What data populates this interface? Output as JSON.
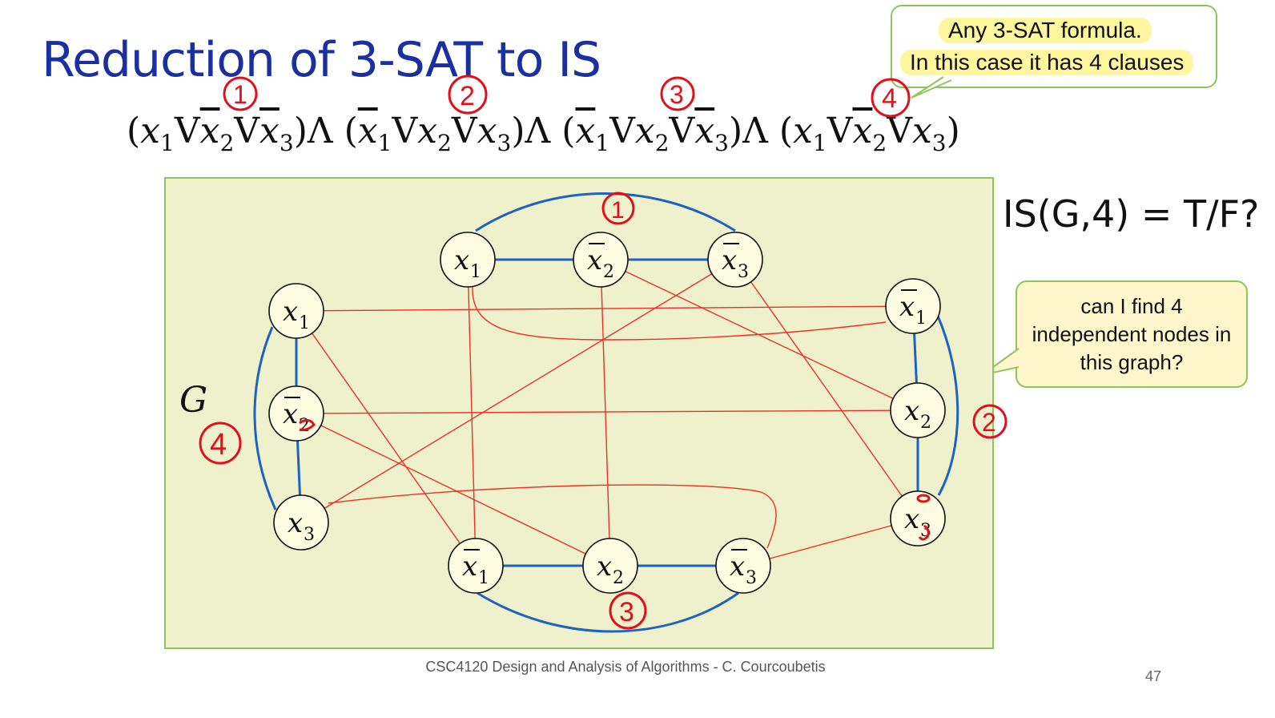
{
  "title": "Reduction of 3-SAT to IS",
  "formula": [
    {
      "lits": [
        {
          "v": "x",
          "s": "1",
          "neg": false
        },
        {
          "v": "x",
          "s": "2",
          "neg": true
        },
        {
          "v": "x",
          "s": "3",
          "neg": true
        }
      ]
    },
    {
      "lits": [
        {
          "v": "x",
          "s": "1",
          "neg": true
        },
        {
          "v": "x",
          "s": "2",
          "neg": false
        },
        {
          "v": "x",
          "s": "3",
          "neg": false
        }
      ]
    },
    {
      "lits": [
        {
          "v": "x",
          "s": "1",
          "neg": true
        },
        {
          "v": "x",
          "s": "2",
          "neg": false
        },
        {
          "v": "x",
          "s": "3",
          "neg": true
        }
      ]
    },
    {
      "lits": [
        {
          "v": "x",
          "s": "1",
          "neg": false
        },
        {
          "v": "x",
          "s": "2",
          "neg": true
        },
        {
          "v": "x",
          "s": "3",
          "neg": false
        }
      ]
    }
  ],
  "or_symbol": "V",
  "and_symbol": "Λ",
  "callout_top": {
    "line1": "Any 3-SAT formula.",
    "line2": "In this case it has 4 clauses"
  },
  "is_question": "IS(G,4) = T/F?",
  "callout_side": "can I find 4 independent nodes in this graph?",
  "graph_label": "G",
  "clause_marks": [
    "1",
    "2",
    "3",
    "4"
  ],
  "graph": {
    "nodes": [
      {
        "id": "t1",
        "v": "x",
        "s": "1",
        "neg": false
      },
      {
        "id": "t2",
        "v": "x",
        "s": "2",
        "neg": true
      },
      {
        "id": "t3",
        "v": "x",
        "s": "3",
        "neg": true
      },
      {
        "id": "r1",
        "v": "x",
        "s": "1",
        "neg": true
      },
      {
        "id": "r2",
        "v": "x",
        "s": "2",
        "neg": false
      },
      {
        "id": "r3",
        "v": "x",
        "s": "3",
        "neg": false
      },
      {
        "id": "b1",
        "v": "x",
        "s": "1",
        "neg": true
      },
      {
        "id": "b2",
        "v": "x",
        "s": "2",
        "neg": false
      },
      {
        "id": "b3",
        "v": "x",
        "s": "3",
        "neg": true
      },
      {
        "id": "l1",
        "v": "x",
        "s": "1",
        "neg": false
      },
      {
        "id": "l2",
        "v": "x",
        "s": "2",
        "neg": true
      },
      {
        "id": "l3",
        "v": "x",
        "s": "3",
        "neg": false
      }
    ],
    "blue_edges": [
      [
        "t1",
        "t2"
      ],
      [
        "t2",
        "t3"
      ],
      [
        "t1",
        "t3"
      ],
      [
        "r1",
        "r2"
      ],
      [
        "r2",
        "r3"
      ],
      [
        "r1",
        "r3"
      ],
      [
        "b1",
        "b2"
      ],
      [
        "b2",
        "b3"
      ],
      [
        "b1",
        "b3"
      ],
      [
        "l1",
        "l2"
      ],
      [
        "l2",
        "l3"
      ],
      [
        "l1",
        "l3"
      ]
    ],
    "red_edges": [
      [
        "l1",
        "r1"
      ],
      [
        "l1",
        "b1"
      ],
      [
        "l2",
        "r2"
      ],
      [
        "l2",
        "b2"
      ],
      [
        "l3",
        "t3"
      ],
      [
        "l3",
        "b3"
      ],
      [
        "t1",
        "b1"
      ],
      [
        "t1",
        "r1"
      ],
      [
        "t2",
        "b2"
      ],
      [
        "t2",
        "r2"
      ],
      [
        "t3",
        "r3"
      ],
      [
        "b3",
        "r3"
      ]
    ]
  },
  "footer": "CSC4120 Design and Analysis of Algorithms - C. Courcoubetis",
  "page_number": "47",
  "colors": {
    "title": "#1a2fa0",
    "graph_bg": "#eef1cc",
    "blue_edge": "#1f63c0",
    "red_edge": "#e63228",
    "annotation_red": "#e0101c",
    "callout_border": "#8fc45a",
    "highlight": "#fff6a0"
  }
}
